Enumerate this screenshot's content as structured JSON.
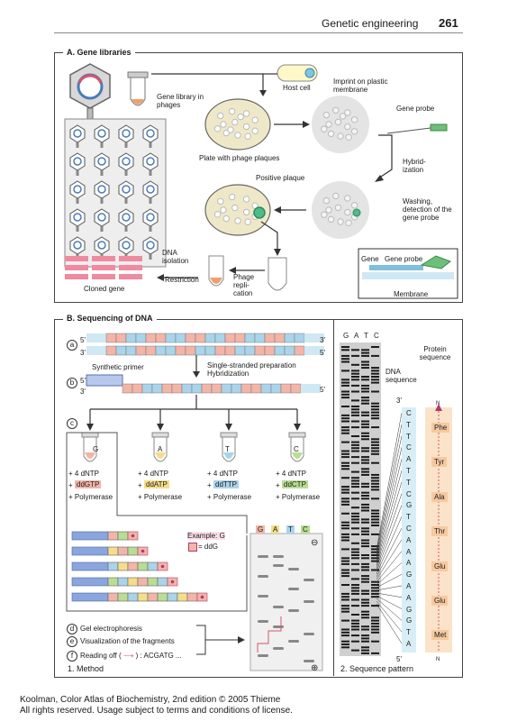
{
  "header": {
    "chapter": "Genetic engineering",
    "page": "261"
  },
  "sectionA": {
    "title": "A. Gene libraries",
    "gene_library": "Gene library in phages",
    "host_cell": "Host cell",
    "imprint": "Imprint on plastic membrane",
    "gene_probe": "Gene probe",
    "plate": "Plate with phage plaques",
    "hybridization": "Hybrid- ization",
    "positive_plaque": "Positive plaque",
    "washing": "Washing, detection of the gene probe",
    "dna_isolation": "DNA isolation",
    "restriction": "Restriction",
    "phage_replication": "Phage repli- cation",
    "cloned_gene": "Cloned gene",
    "box_gene": "Gene",
    "box_probe": "Gene probe",
    "membrane": "Membrane"
  },
  "sectionB": {
    "title": "B. Sequencing of DNA",
    "step_a": "a",
    "step_b": "b",
    "step_c": "c",
    "step_d": "d",
    "step_e": "e",
    "step_f": "f",
    "five_prime": "5'",
    "three_prime": "3'",
    "synthetic_primer": "Synthetic primer",
    "single_strand": "Single-stranded preparation Hybridization",
    "tubes": [
      {
        "label": "G",
        "ddntp": "ddGTP",
        "color": "#f2b5a8"
      },
      {
        "label": "A",
        "ddntp": "ddATP",
        "color": "#f6dd8a"
      },
      {
        "label": "T",
        "ddntp": "ddTTP",
        "color": "#a9d4ea"
      },
      {
        "label": "C",
        "ddntp": "ddCTP",
        "color": "#b9dd93"
      }
    ],
    "dntp": "+ 4 dNTP",
    "plus": "+",
    "polymerase": "+ Polymerase",
    "example": "Example: G",
    "ddg": "= ddG",
    "gel_labels": [
      "G",
      "A",
      "T",
      "C"
    ],
    "minus": "⊖",
    "plus_sign": "⊕",
    "gel_electrophoresis": "Gel electrophoresis",
    "visualization": "Visualization of the fragments",
    "reading_off": "Reading off (",
    "reading_seq": ") : ACGATG ...",
    "method": "1. Method",
    "pattern_cols": "G A T C",
    "protein_sequence": "Protein sequence",
    "dna_sequence": "DNA sequence",
    "seq_3": "3'",
    "seq_5": "5'",
    "n_top": "N",
    "n_bottom": "N",
    "dna_bases": [
      "C",
      "T",
      "T",
      "C",
      "A",
      "T",
      "T",
      "C",
      "G",
      "T",
      "C",
      "A",
      "A",
      "A",
      "G",
      "A",
      "A",
      "G",
      "G",
      "T",
      "A"
    ],
    "amino_acids": [
      "Phe",
      "Tyr",
      "Ala",
      "Thr",
      "Glu",
      "Glu",
      "Met"
    ],
    "sequence_pattern": "2. Sequence pattern"
  },
  "footer": {
    "line1": "Koolman, Color Atlas of Biochemistry, 2nd edition © 2005 Thieme",
    "line2": "All rights reserved. Usage subject to terms and conditions of license."
  }
}
